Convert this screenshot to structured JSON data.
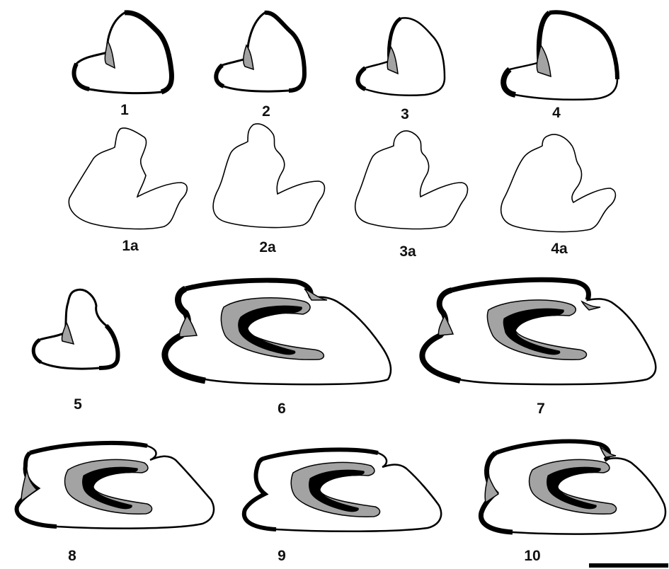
{
  "figures": [
    {
      "label": "1"
    },
    {
      "label": "2"
    },
    {
      "label": "3"
    },
    {
      "label": "4"
    },
    {
      "label": "1a"
    },
    {
      "label": "2a"
    },
    {
      "label": "3a"
    },
    {
      "label": "4a"
    },
    {
      "label": "5"
    },
    {
      "label": "6"
    },
    {
      "label": "7"
    },
    {
      "label": "8"
    },
    {
      "label": "9"
    },
    {
      "label": "10"
    }
  ],
  "colors": {
    "outline": "#000000",
    "fill": "#ffffff",
    "shade": "#a3a3a3",
    "background": "#ffffff"
  }
}
